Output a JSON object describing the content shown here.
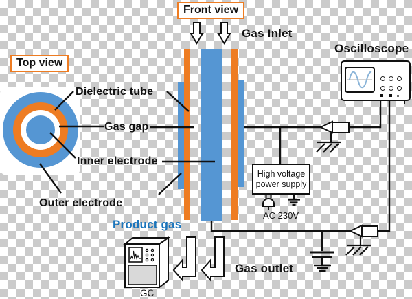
{
  "title_boxes": {
    "top_view": "Top view",
    "front_view": "Front view"
  },
  "labels": {
    "dielectric_tube": "Dielectric tube",
    "gas_gap": "Gas gap",
    "inner_electrode": "Inner electrode",
    "outer_electrode": "Outer electrode",
    "gas_inlet": "Gas Inlet",
    "gas_outlet": "Gas outlet",
    "product_gas": "Product gas"
  },
  "oscilloscope": {
    "label": "Oscilloscope"
  },
  "power_supply": {
    "line1": "High voltage",
    "line2": "power supply",
    "voltage": "AC 230V"
  },
  "gc": {
    "label": "GC"
  },
  "colors": {
    "electrode_blue": "#5596d3",
    "dielectric_orange": "#ee7c22",
    "product_gas_text_blue": "#1b75bc",
    "checker_gray": "#cbcbcb",
    "sine_wave_blue": "#8ab4d8",
    "gc_panel_gray": "#d9d9d9",
    "line_black": "#111111"
  },
  "icons": {
    "down_arrow": "white block arrow pointing down (gas inlet)",
    "bent_arrow": "white bent block arrow pointing left (gas outlet)",
    "ground": "earth ground symbol",
    "slanted_ground": "chassis ground symbol",
    "probe": "oscilloscope probe (triangle + body)",
    "capacitor": "capacitor (two parallel plates)",
    "plug": "AC mains plug",
    "sine_wave": "sine wave on oscilloscope screen",
    "chromatogram": "peaks on GC screen"
  }
}
